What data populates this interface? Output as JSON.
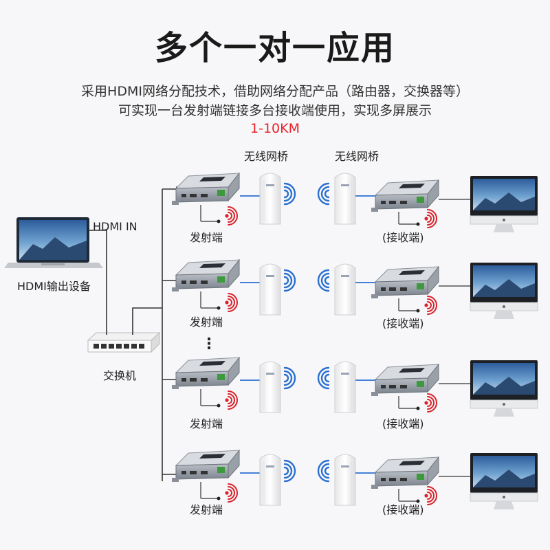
{
  "title": "多个一对一应用",
  "description": [
    "采用HDMI网络分配技术，借助网络分配产品（路由器，交换器等）",
    "可实现一台发射端链接多台接收端使用，实现多屏展示"
  ],
  "distance": "1-10KM",
  "bridge_labels": [
    "无线网桥",
    "无线网桥"
  ],
  "source": {
    "label": "HDMI输出设备",
    "port_label": "HDMI  IN"
  },
  "switch_label": "交换机",
  "transmitter_label": "发射端",
  "receiver_label": "(接收端)",
  "ellipsis": "⋮",
  "rows": [
    {
      "transmitter": "发射端",
      "receiver": "(接收端)"
    },
    {
      "transmitter": "发射端",
      "receiver": "(接收端)"
    },
    {
      "transmitter": "发射端",
      "receiver": "(接收端)"
    },
    {
      "transmitter": "发射端",
      "receiver": "(接收端)"
    }
  ],
  "colors": {
    "signal": "#2a6fd1",
    "audio": "#d9232b",
    "distance": "#e8232b",
    "line": "#333333"
  }
}
